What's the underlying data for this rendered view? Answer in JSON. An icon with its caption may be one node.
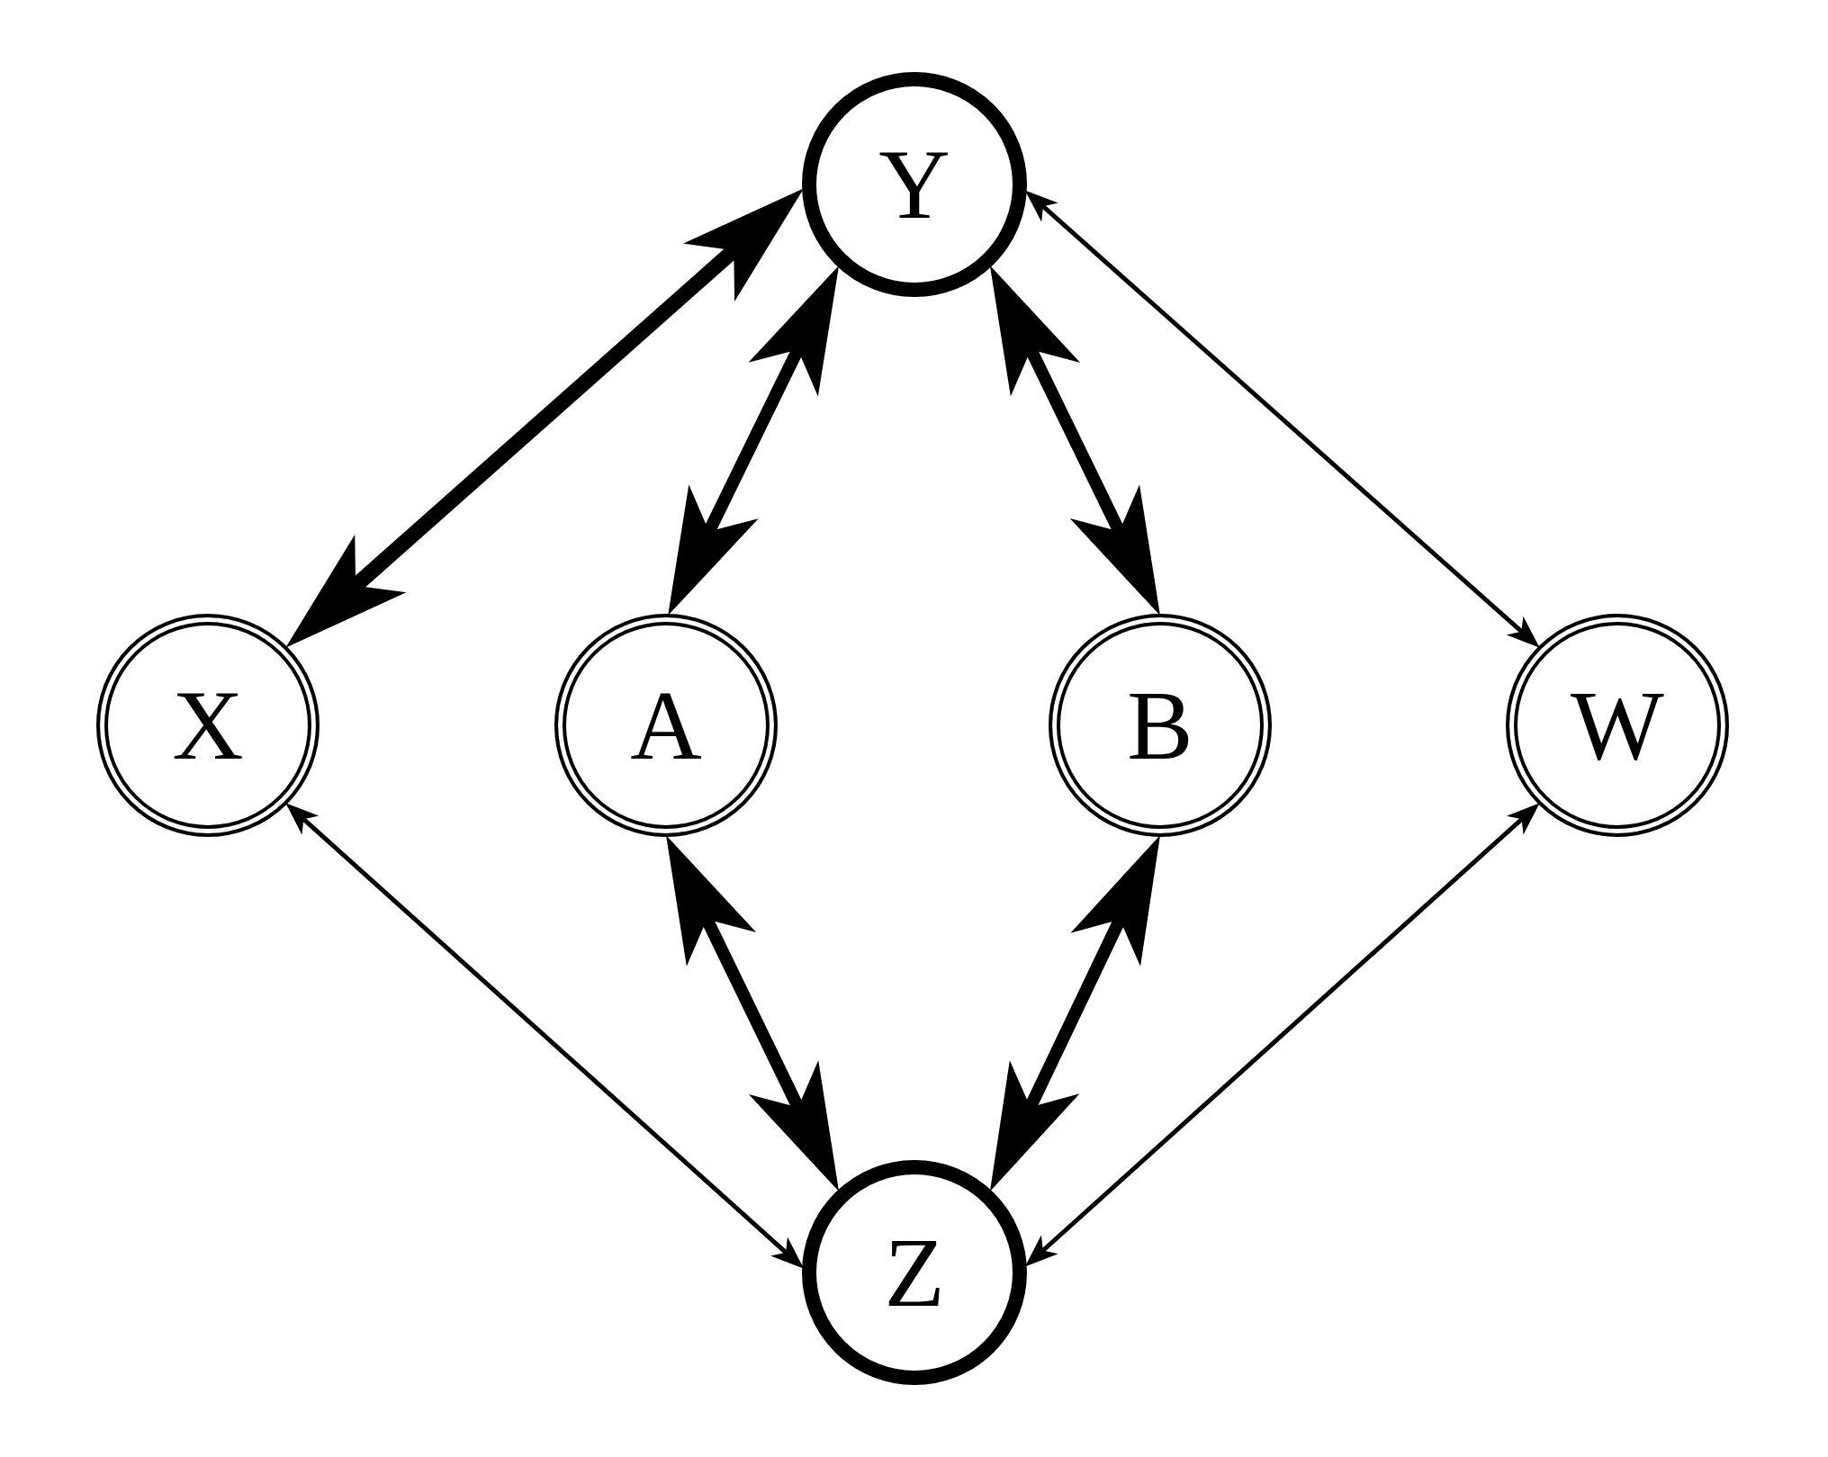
{
  "diagram": {
    "nodes": [
      {
        "text": [
          "Y"
        ]
      },
      {
        "text": [
          "X"
        ]
      },
      {
        "text": [
          "A"
        ]
      },
      {
        "text": [
          "B"
        ]
      },
      {
        "text": [
          "W"
        ]
      },
      {
        "text": [
          "Z"
        ]
      }
    ],
    "edges": [
      {
        "from": 0,
        "to": 1,
        "arrow": "both"
      },
      {
        "from": 0,
        "to": 2,
        "arrow": "both"
      },
      {
        "from": 0,
        "to": 3,
        "arrow": "both"
      },
      {
        "from": 0,
        "to": 4,
        "arrow": "both"
      },
      {
        "from": 1,
        "to": 5,
        "arrow": "both"
      },
      {
        "from": 2,
        "to": 5,
        "arrow": "both"
      },
      {
        "from": 3,
        "to": 5,
        "arrow": "both"
      },
      {
        "from": 4,
        "to": 5,
        "arrow": "both"
      }
    ]
  }
}
